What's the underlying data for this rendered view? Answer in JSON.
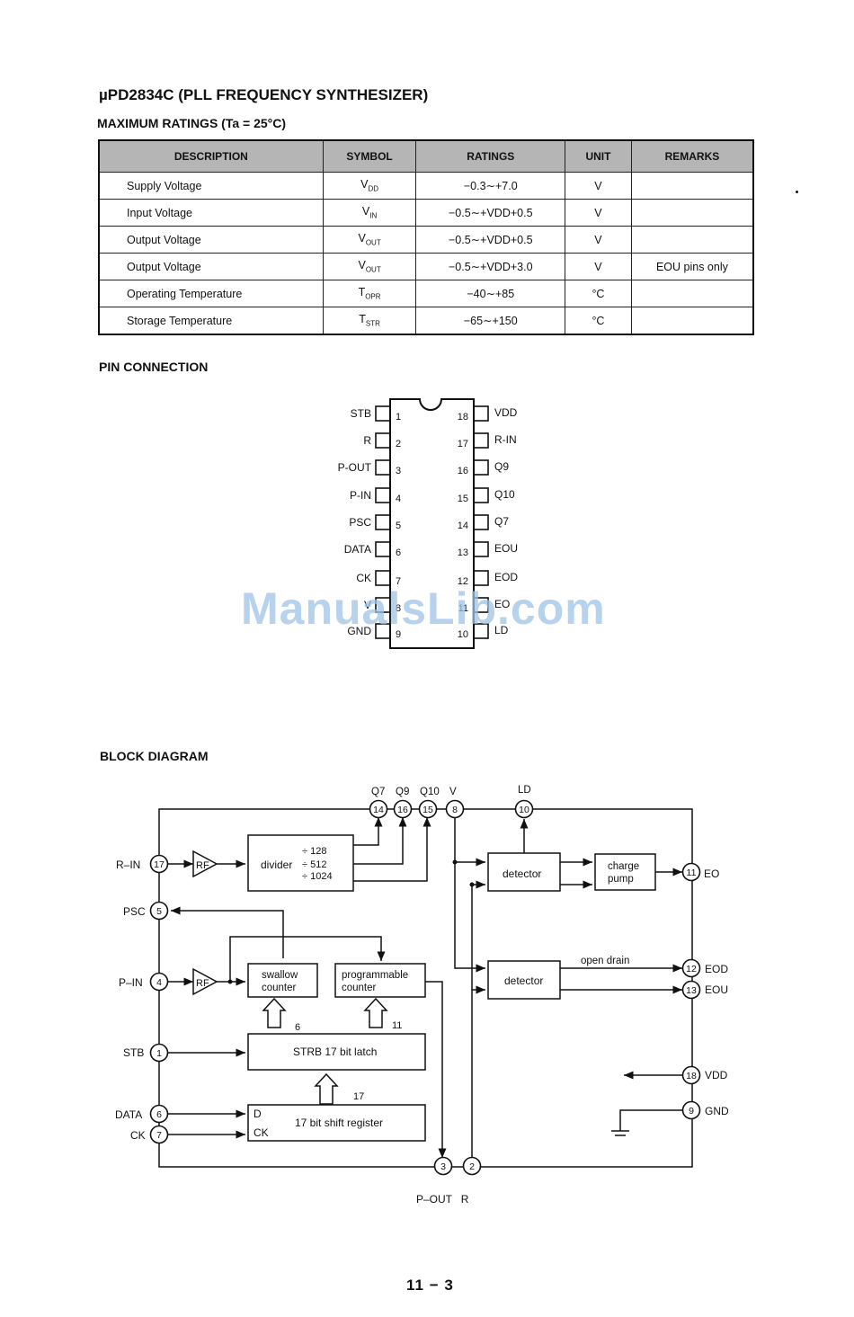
{
  "title": "µPD2834C (PLL FREQUENCY SYNTHESIZER)",
  "ratings_heading": "MAXIMUM RATINGS (Ta = 25°C)",
  "table": {
    "headers": [
      "DESCRIPTION",
      "SYMBOL",
      "RATINGS",
      "UNIT",
      "REMARKS"
    ],
    "rows": [
      {
        "desc": "Supply Voltage",
        "sym_main": "V",
        "sym_sub": "DD",
        "rating": "−0.3∼+7.0",
        "unit": "V",
        "remark": ""
      },
      {
        "desc": "Input Voltage",
        "sym_main": "V",
        "sym_sub": "IN",
        "rating": "−0.5∼+VDD+0.5",
        "unit": "V",
        "remark": ""
      },
      {
        "desc": "Output Voltage",
        "sym_main": "V",
        "sym_sub": "OUT",
        "rating": "−0.5∼+VDD+0.5",
        "unit": "V",
        "remark": ""
      },
      {
        "desc": "Output Voltage",
        "sym_main": "V",
        "sym_sub": "OUT",
        "rating": "−0.5∼+VDD+3.0",
        "unit": "V",
        "remark": "EOU pins only"
      },
      {
        "desc": "Operating Temperature",
        "sym_main": "T",
        "sym_sub": "OPR",
        "rating": "−40∼+85",
        "unit": "°C",
        "remark": ""
      },
      {
        "desc": "Storage Temperature",
        "sym_main": "T",
        "sym_sub": "STR",
        "rating": "−65∼+150",
        "unit": "°C",
        "remark": ""
      }
    ]
  },
  "pin_heading": "PIN CONNECTION",
  "pins_left": [
    {
      "name": "STB",
      "num": "1"
    },
    {
      "name": "R",
      "num": "2"
    },
    {
      "name": "P-OUT",
      "num": "3"
    },
    {
      "name": "P-IN",
      "num": "4"
    },
    {
      "name": "PSC",
      "num": "5"
    },
    {
      "name": "DATA",
      "num": "6"
    },
    {
      "name": "CK",
      "num": "7"
    },
    {
      "name": "V",
      "num": "8"
    },
    {
      "name": "GND",
      "num": "9"
    }
  ],
  "pins_right": [
    {
      "name": "VDD",
      "num": "18"
    },
    {
      "name": "R-IN",
      "num": "17"
    },
    {
      "name": "Q9",
      "num": "16"
    },
    {
      "name": "Q10",
      "num": "15"
    },
    {
      "name": "Q7",
      "num": "14"
    },
    {
      "name": "EOU",
      "num": "13"
    },
    {
      "name": "EOD",
      "num": "12"
    },
    {
      "name": "EO",
      "num": "11"
    },
    {
      "name": "LD",
      "num": "10"
    }
  ],
  "block_heading": "BLOCK DIAGRAM",
  "block": {
    "divider": "divider",
    "div_128": "÷ 128",
    "div_512": "÷ 512",
    "div_1024": "÷ 1024",
    "rf": "RF",
    "swallow": "swallow",
    "counter": "counter",
    "programmable": "programmable",
    "latch": "STRB 17 bit latch",
    "shift": "17 bit shift register",
    "d": "D",
    "ck": "CK",
    "detector": "detector",
    "charge": "charge",
    "pump": "pump",
    "open_drain": "open drain",
    "bus_6": "6",
    "bus_11": "11",
    "bus_17": "17",
    "top_q7": "Q7",
    "top_q9": "Q9",
    "top_q10": "Q10",
    "top_v": "V",
    "top_ld": "LD",
    "left_rin": "R–IN",
    "left_psc": "PSC",
    "left_pin": "P–IN",
    "left_stb": "STB",
    "left_data": "DATA",
    "left_ck": "CK",
    "right_eo": "EO",
    "right_eod": "EOD",
    "right_eou": "EOU",
    "right_vdd": "VDD",
    "right_gnd": "GND",
    "bottom_labels": "P–OUT   R",
    "pin_num_17": "17",
    "pin_num_5": "5",
    "pin_num_4": "4",
    "pin_num_1": "1",
    "pin_num_6": "6",
    "pin_num_7": "7",
    "pin_num_14": "14",
    "pin_num_16": "16",
    "pin_num_15": "15",
    "pin_num_8": "8",
    "pin_num_10": "10",
    "pin_num_11": "11",
    "pin_num_12": "12",
    "pin_num_13": "13",
    "pin_num_18": "18",
    "pin_num_9": "9",
    "pin_num_3": "3",
    "pin_num_2": "2"
  },
  "watermark": "ManualsLib.com",
  "page_number": "11 − 3"
}
